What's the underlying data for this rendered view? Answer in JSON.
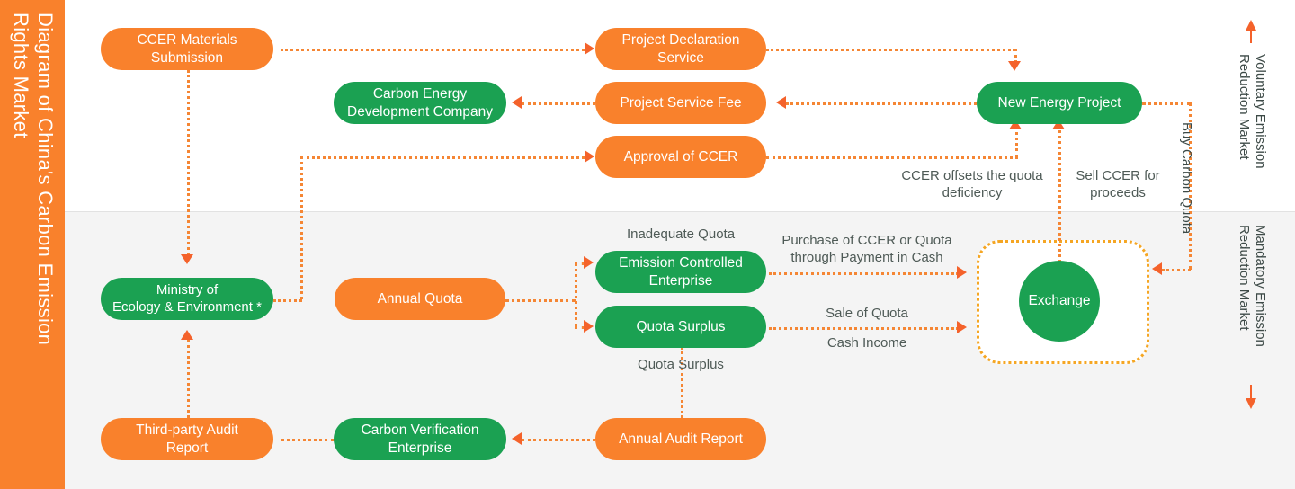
{
  "title": "Diagram of China's Carbon Emission\nRights Market",
  "colors": {
    "orange": "#F9812C",
    "green": "#1BA152",
    "connector": "#F58634",
    "amber": "#F5A623",
    "band_bottom": "#F4F4F4"
  },
  "nodes": {
    "ccer_materials_submission": "CCER Materials\nSubmission",
    "carbon_energy_development_company": "Carbon Energy\nDevelopment Company",
    "project_declaration_service": "Project Declaration\nService",
    "project_service_fee": "Project Service Fee",
    "approval_of_ccer": "Approval of CCER",
    "new_energy_project": "New Energy Project",
    "ministry": "Ministry of\nEcology & Environment *",
    "annual_quota": "Annual Quota",
    "emission_controlled_enterprise": "Emission Controlled\nEnterprise",
    "quota_surplus": "Quota Surplus",
    "exchange": "Exchange",
    "third_party_audit_report": "Third-party Audit\nReport",
    "carbon_verification_enterprise": "Carbon Verification\nEnterprise",
    "annual_audit_report": "Annual Audit Report"
  },
  "edge_labels": {
    "ccer_offsets": "CCER offsets the quota\ndeficiency",
    "sell_ccer": "Sell CCER for\nproceeds",
    "buy_carbon_quota": "Buy Carbon Quota",
    "inadequate_quota": "Inadequate Quota",
    "quota_surplus_label": "Quota Surplus",
    "purchase_ccer_quota": "Purchase of CCER or Quota\nthrough Payment in Cash",
    "sale_of_quota": "Sale of Quota",
    "cash_income": "Cash Income"
  },
  "markets": {
    "voluntary": "Voluntary Emission\nReduction Market",
    "mandatory": "Mandatory Emission\nReduction Market"
  }
}
